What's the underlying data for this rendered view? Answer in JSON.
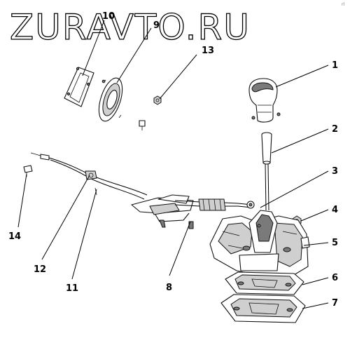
{
  "watermark": "ZURAVTO.RU",
  "corner_mark": "rl",
  "callouts": [
    "1",
    "2",
    "3",
    "4",
    "5",
    "6",
    "7",
    "8",
    "9",
    "10",
    "11",
    "12",
    "13",
    "14"
  ]
}
